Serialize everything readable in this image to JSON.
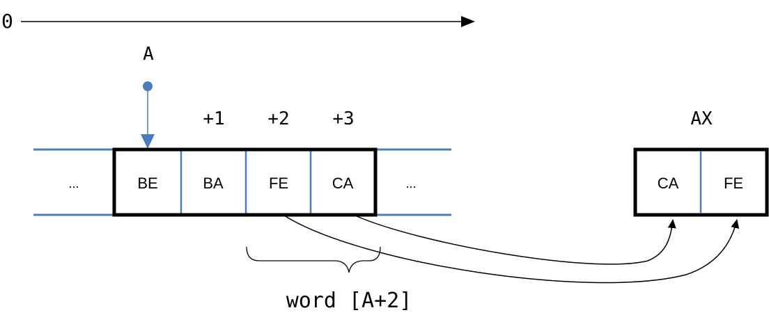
{
  "axis": {
    "origin_label": "0"
  },
  "pointer": {
    "label": "A"
  },
  "offsets": [
    "+1",
    "+2",
    "+3"
  ],
  "memory": {
    "cells": [
      "...",
      "BE",
      "BA",
      "FE",
      "CA",
      "..."
    ]
  },
  "register": {
    "name": "AX",
    "cells": [
      "CA",
      "FE"
    ]
  },
  "brace": {
    "label": "word [A+2]"
  },
  "colors": {
    "accent_blue": "#4a7cc4",
    "outline": "#000000"
  }
}
